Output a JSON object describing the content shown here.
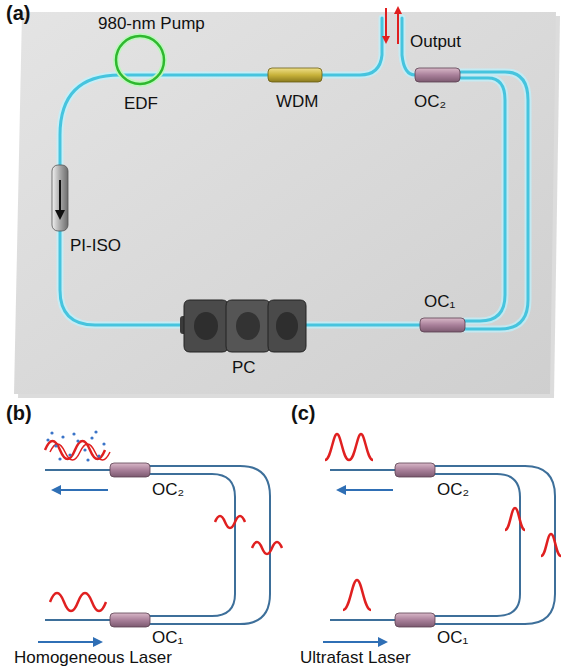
{
  "diagram": {
    "labels": [
      "(a)",
      "980-nm Pump",
      "Output",
      "EDF",
      "WDM",
      "OC₂",
      "PI-ISO",
      "PC",
      "OC₁",
      "(b)",
      "OC₂",
      "OC₁",
      "Homogeneous Laser",
      "(c)",
      "OC₂",
      "OC₁",
      "Ultrafast Laser"
    ]
  }
}
